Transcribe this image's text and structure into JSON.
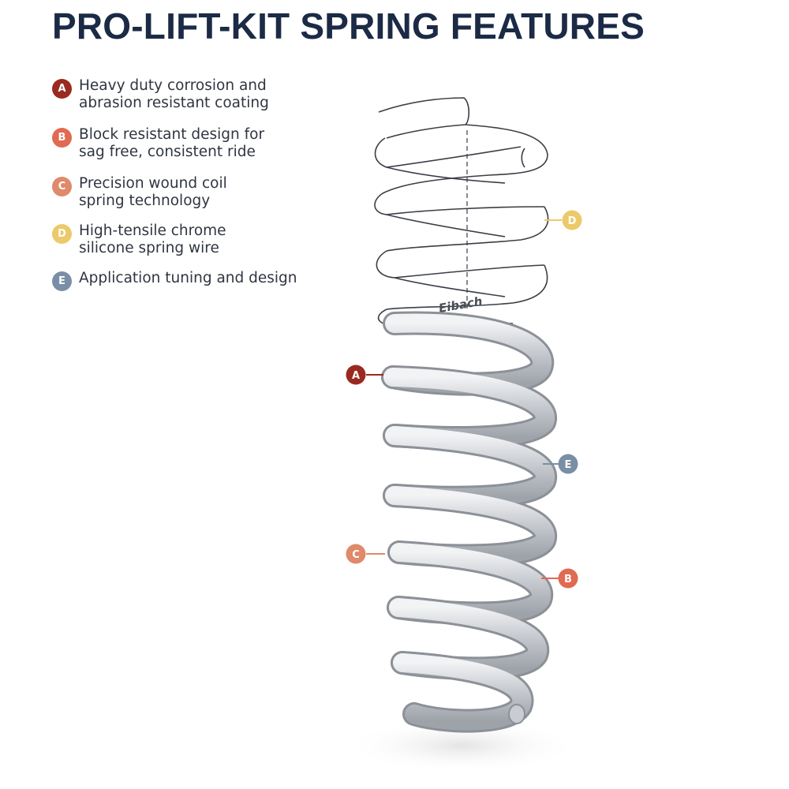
{
  "title": "PRO-LIFT-KIT SPRING FEATURES",
  "colors": {
    "title": "#1b2a45",
    "A": "#9a2a1f",
    "B": "#e06a52",
    "C": "#df8a6a",
    "D": "#ecc96a",
    "E": "#7a8fa6"
  },
  "features": [
    {
      "letter": "A",
      "text": "Heavy duty corrosion and\nabrasion resistant coating"
    },
    {
      "letter": "B",
      "text": "Block resistant design for\nsag free, consistent ride"
    },
    {
      "letter": "C",
      "text": "Precision wound coil\nspring technology"
    },
    {
      "letter": "D",
      "text": "High-tensile chrome\nsilicone spring wire"
    },
    {
      "letter": "E",
      "text": "Application tuning and design"
    }
  ],
  "callouts": [
    "D",
    "A",
    "E",
    "C",
    "B"
  ],
  "logo": "Eibach",
  "image": "coil-spring"
}
